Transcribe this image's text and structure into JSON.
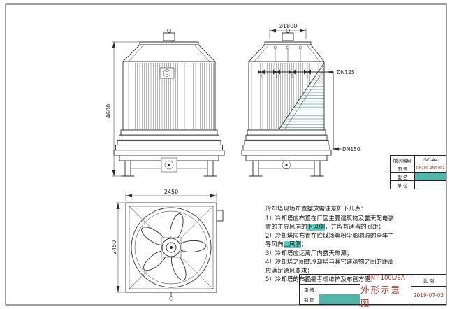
{
  "colors": {
    "line": "#2b2b2b",
    "accent_red": "#a03a28",
    "accent_teal": "#55b3aa",
    "fill_media_teal": "#6fa8ad"
  },
  "views": {
    "front": {
      "height_dim": "4600"
    },
    "side": {
      "diameter_dim": "Ø1800",
      "inlet_label": "DN125",
      "outlet_label": "DN150"
    },
    "plan": {
      "width_dim": "2450",
      "depth_dim": "2450"
    }
  },
  "notes": {
    "title": "冷却塔现场布置摆放需注意如下几点：",
    "items": [
      "1）冷却塔应布置在厂区主要建筑物及露天配电装置的主导风向的下风侧，并留有适当的间距；",
      "2）冷却塔应布置在贮煤场等粉尘影响源的全年主导风向上风侧；",
      "3）冷却塔应远离厂内露天热源；",
      "4）冷却塔之间或冷却塔与其它建筑物之间的距离应满足通风要求；",
      "5）冷却塔的布置需考虑维护及布管方便。"
    ],
    "highlights": [
      "下风侧",
      "上风侧"
    ]
  },
  "info_block": {
    "rows": [
      {
        "label": "版次编码",
        "value": "ISO-A4"
      },
      {
        "label": "图  号",
        "value": "DN100-2NT-001"
      },
      {
        "label": "型  名",
        "value": ""
      },
      {
        "label": "单  位",
        "value": ""
      }
    ]
  },
  "title_block": {
    "rows": [
      {
        "label": "批 准"
      },
      {
        "label": "审 核"
      },
      {
        "label": "制 图"
      }
    ],
    "model": "DNT-100L/SA",
    "drawing_title": "外形示意图",
    "scale_label": "比 例",
    "date": "2019-07-02"
  }
}
